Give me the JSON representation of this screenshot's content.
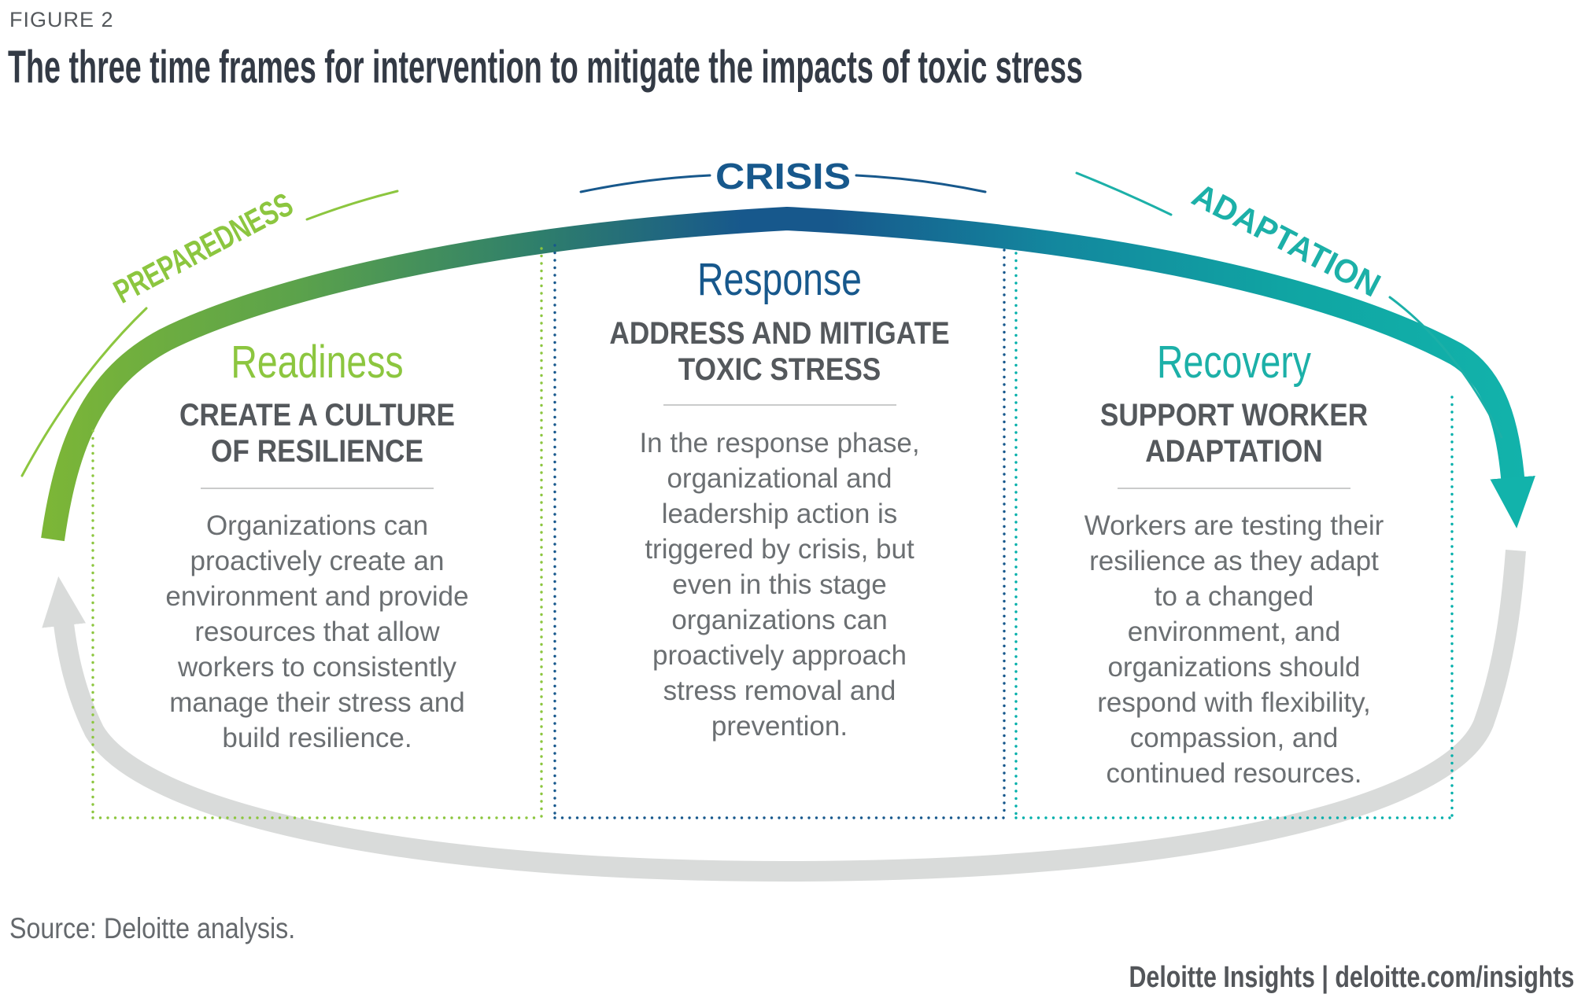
{
  "figure_label": "FIGURE 2",
  "title": "The three time frames for intervention to mitigate the impacts of toxic stress",
  "arc": {
    "phases": [
      {
        "label": "PREPAREDNESS",
        "color": "#8CC63F"
      },
      {
        "label": "CRISIS",
        "color": "#17588C"
      },
      {
        "label": "ADAPTATION",
        "color": "#1CB0A8"
      }
    ],
    "gradient": [
      "#7CB637",
      "#17588C",
      "#12B3AB"
    ],
    "return_arrow_color": "#D9DBDA"
  },
  "panels": [
    {
      "heading": "Readiness",
      "heading_color": "#8CC63F",
      "subheading": "CREATE A CULTURE\nOF RESILIENCE",
      "body": "Organizations can\nproactively create an\nenvironment and provide\nresources that allow\nworkers to consistently\nmanage their stress and\nbuild resilience."
    },
    {
      "heading": "Response",
      "heading_color": "#17588C",
      "subheading": "ADDRESS AND MITIGATE\nTOXIC STRESS",
      "body": "In the response phase,\norganizational and\nleadership action is\ntriggered by crisis, but\neven in this stage\norganizations can\nproactively approach\nstress removal and\nprevention."
    },
    {
      "heading": "Recovery",
      "heading_color": "#1CB0A8",
      "subheading": "SUPPORT WORKER\nADAPTATION",
      "body": "Workers are testing their\nresilience as they adapt\nto a changed\nenvironment, and\norganizations should\nrespond with flexibility,\ncompassion, and\ncontinued resources."
    }
  ],
  "source": "Source: Deloitte analysis.",
  "footer": "Deloitte Insights | deloitte.com/insights",
  "text_colors": {
    "title": "#333A45",
    "subheading": "#54585C",
    "body": "#6B6F72",
    "footer": "#53565A"
  }
}
